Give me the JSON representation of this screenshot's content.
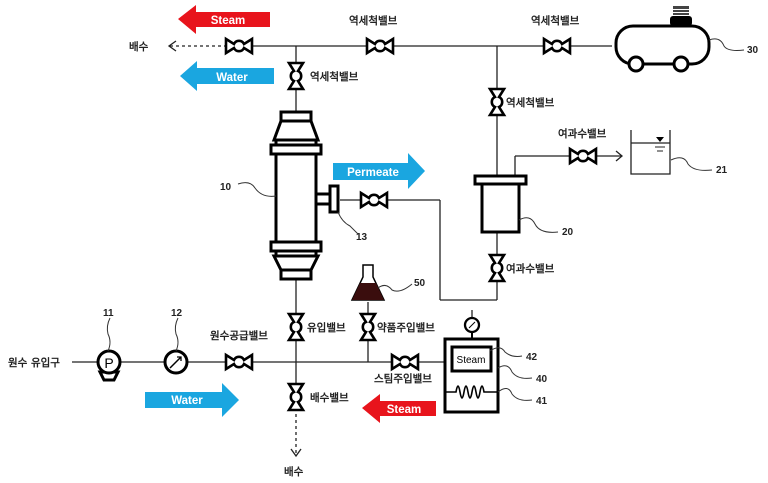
{
  "diagram": {
    "flow_arrows": {
      "steam_top": {
        "label": "Steam",
        "color": "#e8141c",
        "direction": "left"
      },
      "water_top": {
        "label": "Water",
        "color": "#1aa6e0",
        "direction": "left"
      },
      "permeate": {
        "label": "Permeate",
        "color": "#1aa6e0",
        "direction": "right"
      },
      "water_bottom": {
        "label": "Water",
        "color": "#1aa6e0",
        "direction": "right"
      },
      "steam_bottom": {
        "label": "Steam",
        "color": "#e8141c",
        "direction": "left"
      }
    },
    "labels": {
      "drain_top": "배수",
      "drain_bottom": "배수",
      "raw_water_inlet": "원수 유입구",
      "backwash_valve_1": "역세척밸브",
      "backwash_valve_2": "역세척밸브",
      "backwash_valve_3": "역세척밸브",
      "backwash_valve_4": "역세척밸브",
      "filtrate_valve_1": "여과수밸브",
      "filtrate_valve_2": "여과수밸브",
      "raw_supply_valve": "원수공급밸브",
      "inlet_valve": "유입밸브",
      "chemical_injection_valve": "약품주입밸브",
      "steam_injection_valve": "스팀주입밸브",
      "drain_valve": "배수밸브",
      "steam_box": "Steam"
    },
    "reference_numbers": {
      "membrane_module": "10",
      "pump": "11",
      "gauge": "12",
      "permeate_port": "13",
      "filter_vessel": "20",
      "filtrate_tank": "21",
      "compressor": "30",
      "steam_generator": "40",
      "heater": "41",
      "steam_chamber": "42",
      "chemical_flask": "50"
    }
  }
}
